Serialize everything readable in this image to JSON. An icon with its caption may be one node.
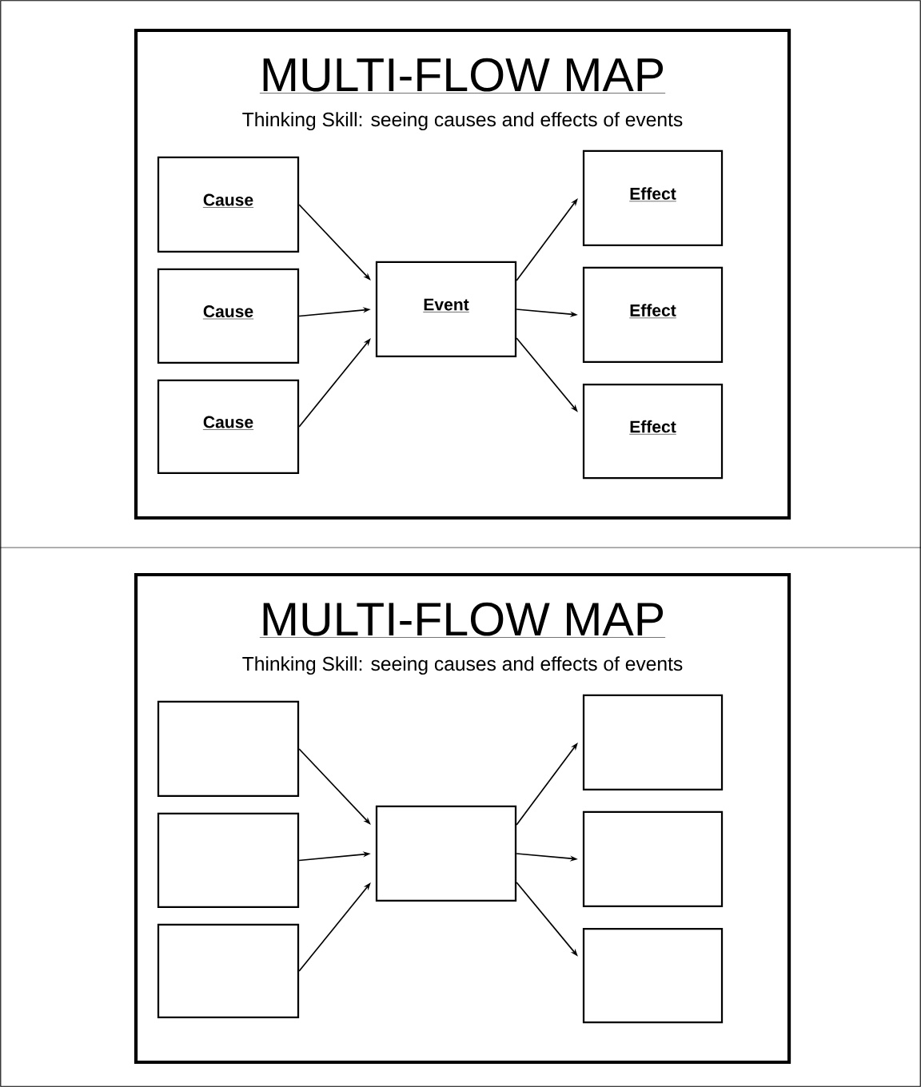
{
  "diagram": {
    "nodes": [
      {
        "text": [
          "MULTI-FLOW MAP",
          "Thinking Skill:  seeing causes and effects of events"
        ]
      },
      {
        "text": [
          "Cause"
        ],
        "in": 0
      },
      {
        "text": [
          "Cause"
        ],
        "in": 0
      },
      {
        "text": [
          "Cause"
        ],
        "in": 0
      },
      {
        "text": [
          "Event"
        ],
        "in": 0
      },
      {
        "text": [
          "Effect"
        ],
        "in": 0
      },
      {
        "text": [
          "Effect"
        ],
        "in": 0
      },
      {
        "text": [
          "Effect"
        ],
        "in": 0
      },
      {
        "text": [
          "MULTI-FLOW MAP",
          "Thinking Skill:  seeing causes and effects of events"
        ]
      },
      {
        "text": [],
        "shape": "box",
        "in": 8
      },
      {
        "text": [],
        "shape": "box",
        "in": 8
      },
      {
        "text": [],
        "shape": "box",
        "in": 8
      },
      {
        "text": [],
        "shape": "box",
        "in": 8
      },
      {
        "text": [],
        "shape": "box",
        "in": 8
      },
      {
        "text": [],
        "shape": "box",
        "in": 8
      },
      {
        "text": [],
        "shape": "box",
        "in": 8
      }
    ],
    "edges": [
      {
        "from": 1,
        "to": 4,
        "arrow": "to"
      },
      {
        "from": 2,
        "to": 4,
        "arrow": "to"
      },
      {
        "from": 3,
        "to": 4,
        "arrow": "to"
      },
      {
        "from": 4,
        "to": 5,
        "arrow": "to"
      },
      {
        "from": 4,
        "to": 6,
        "arrow": "to"
      },
      {
        "from": 4,
        "to": 7,
        "arrow": "to"
      },
      {
        "from": 9,
        "to": 12,
        "arrow": "to"
      },
      {
        "from": 10,
        "to": 12,
        "arrow": "to"
      },
      {
        "from": 11,
        "to": 12,
        "arrow": "to"
      },
      {
        "from": 12,
        "to": 13,
        "arrow": "to"
      },
      {
        "from": 12,
        "to": 14,
        "arrow": "to"
      },
      {
        "from": 12,
        "to": 15,
        "arrow": "to"
      }
    ]
  }
}
